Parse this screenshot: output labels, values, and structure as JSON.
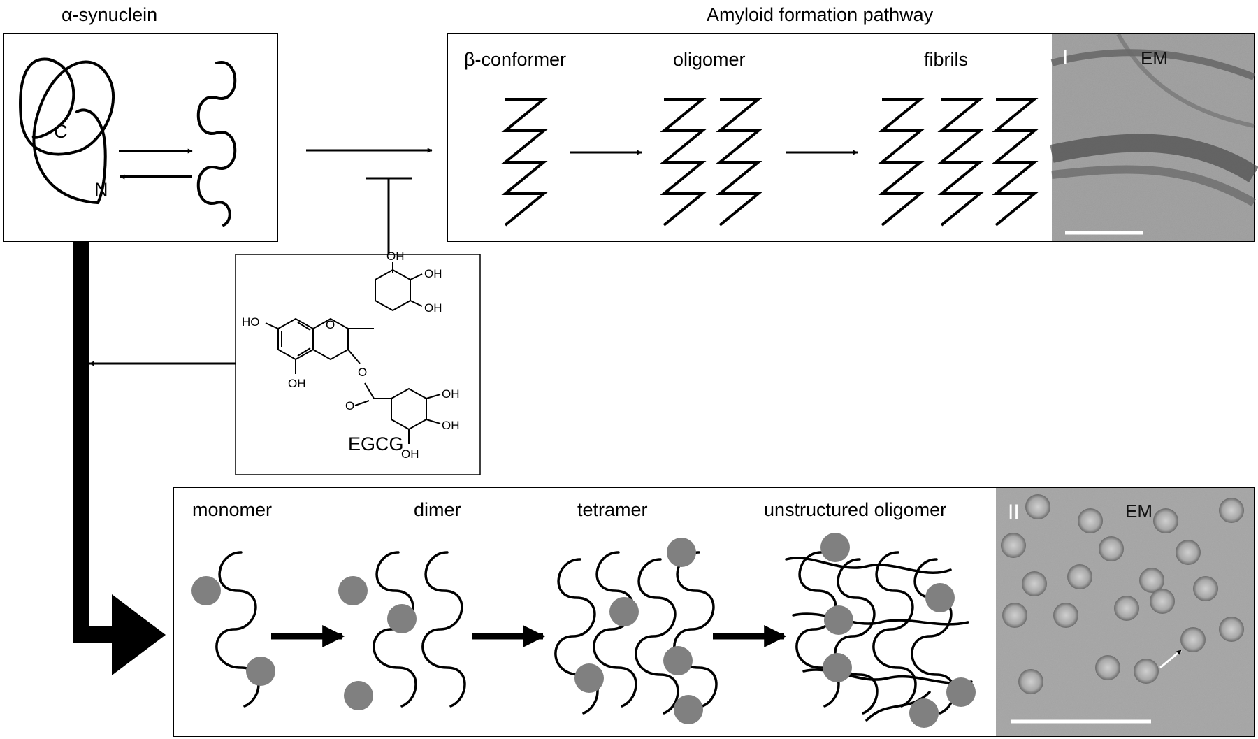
{
  "titles": {
    "left": "α-synuclein",
    "right": "Amyloid formation pathway"
  },
  "monomer_box": {
    "c_label": "C",
    "n_label": "N"
  },
  "amyloid": {
    "stages": [
      "β-conformer",
      "oligomer",
      "fibrils"
    ],
    "em_panel": {
      "label": "EM",
      "roman": "I"
    }
  },
  "egcg": {
    "name": "EGCG",
    "groups": {
      "oh": "OH",
      "ho": "HO",
      "o": "O"
    }
  },
  "unstructured": {
    "stages": [
      "monomer",
      "dimer",
      "tetramer",
      "unstructured oligomer"
    ],
    "em_panel": {
      "label": "EM",
      "roman": "II"
    }
  },
  "colors": {
    "stroke": "#000000",
    "ball": "#808080",
    "em_background": "#9a9a9a"
  }
}
